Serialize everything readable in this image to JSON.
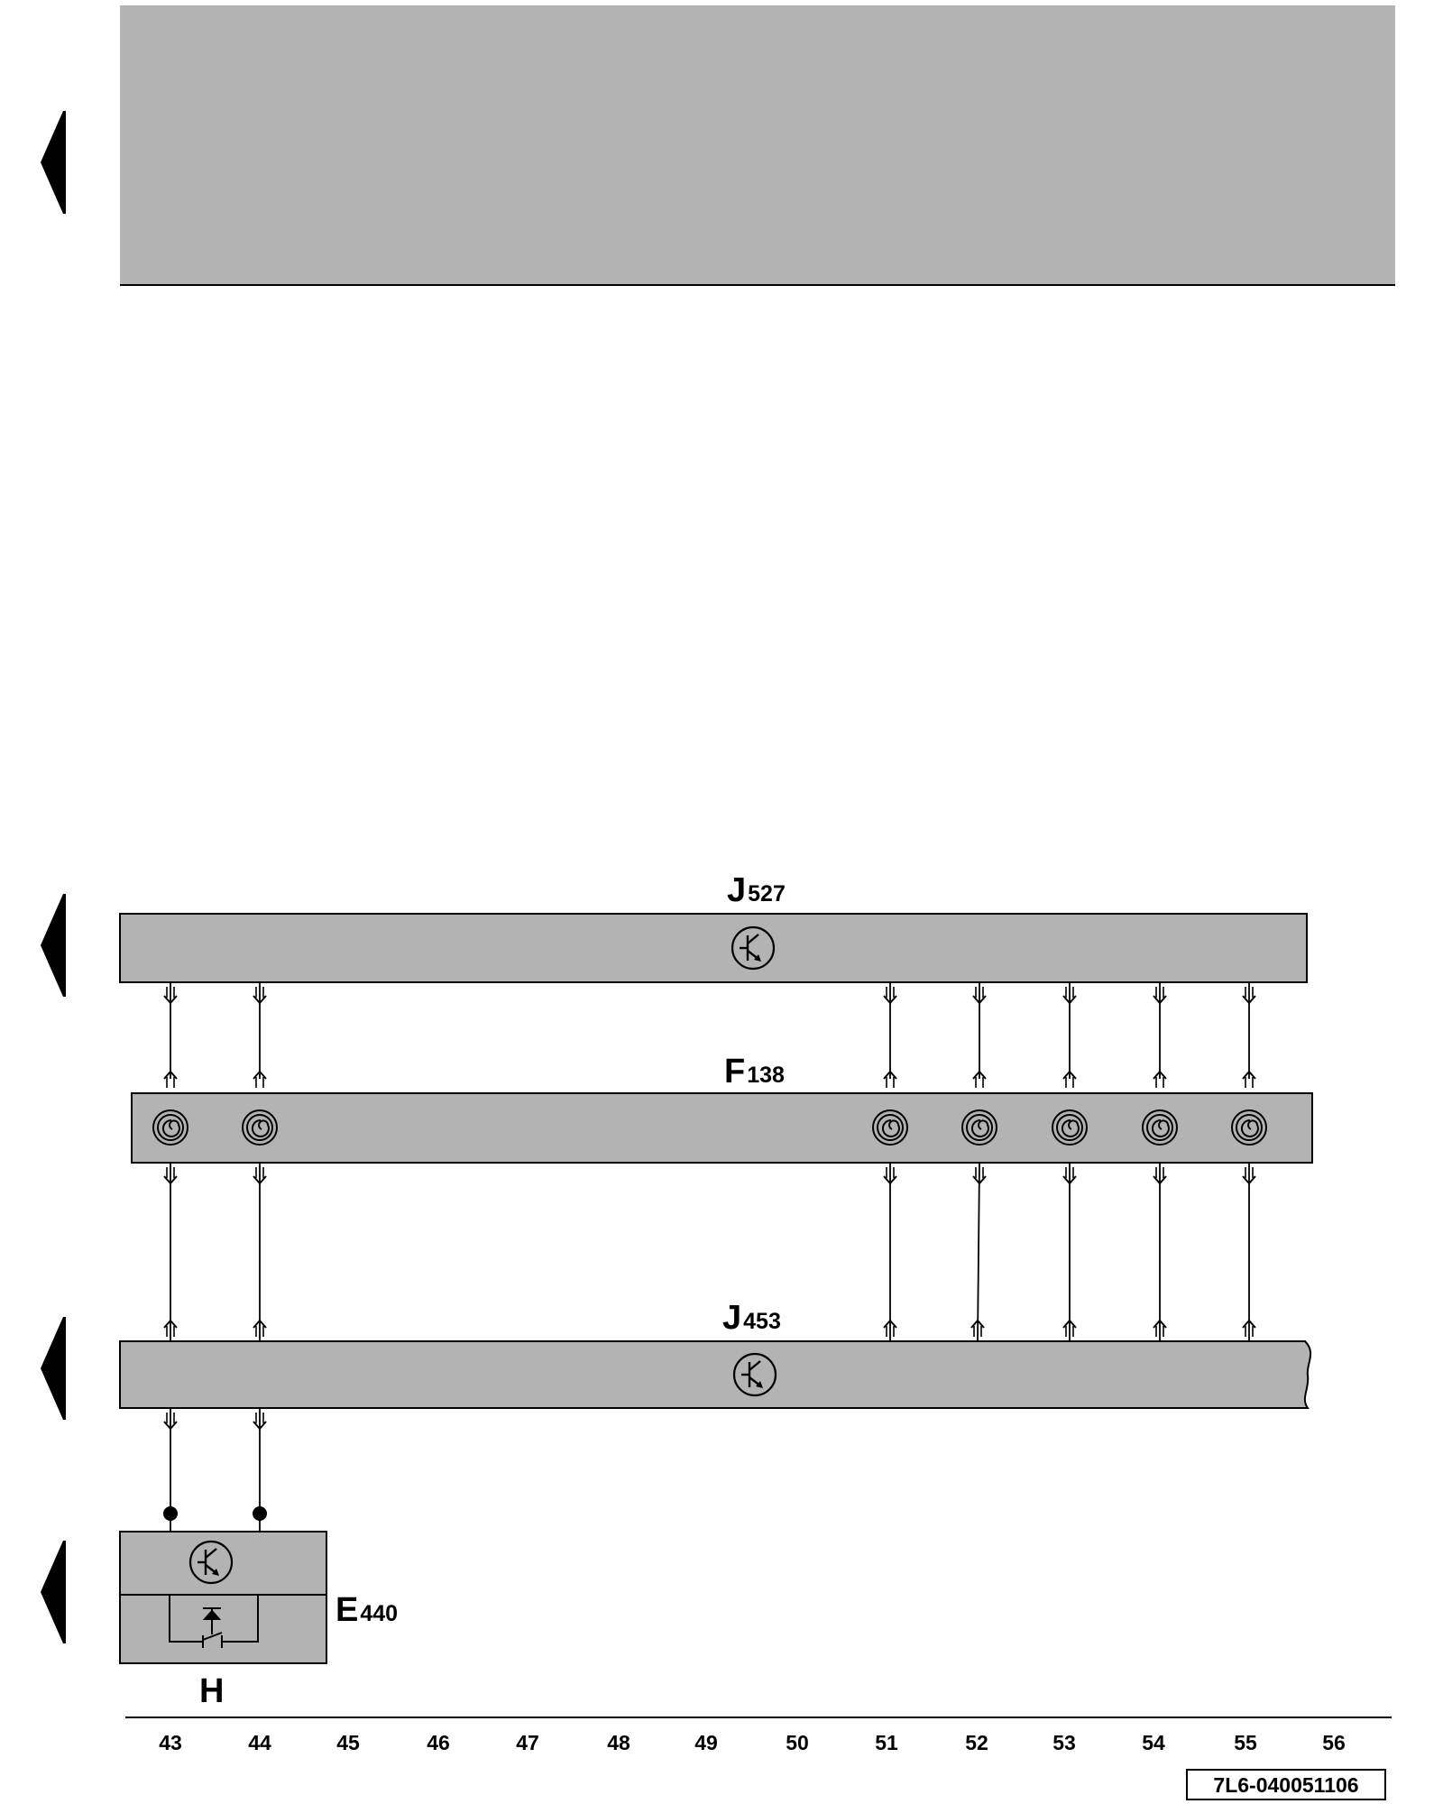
{
  "diagram": {
    "components": {
      "j527": {
        "letter": "J",
        "number": "527"
      },
      "f138": {
        "letter": "F",
        "number": "138"
      },
      "j453": {
        "letter": "J",
        "number": "453"
      },
      "e440": {
        "letter": "E",
        "number": "440"
      },
      "h": {
        "label": "H"
      }
    },
    "columns": [
      "43",
      "44",
      "45",
      "46",
      "47",
      "48",
      "49",
      "50",
      "51",
      "52",
      "53",
      "54",
      "55",
      "56"
    ],
    "top_connected_columns": [
      "43",
      "44",
      "51",
      "52",
      "53",
      "54",
      "55"
    ],
    "bottom_connected_columns": [
      "43",
      "44"
    ],
    "reference_code": "7L6-040051106",
    "colors": {
      "component_fill": "#b3b3b3",
      "line": "#000000",
      "background": "#ffffff"
    },
    "icons": [
      "page-marker-arrow-icon",
      "transistor-symbol-icon",
      "clock-spring-icon",
      "push-button-switch-icon",
      "connector-plug-icon",
      "junction-dot-icon"
    ]
  }
}
